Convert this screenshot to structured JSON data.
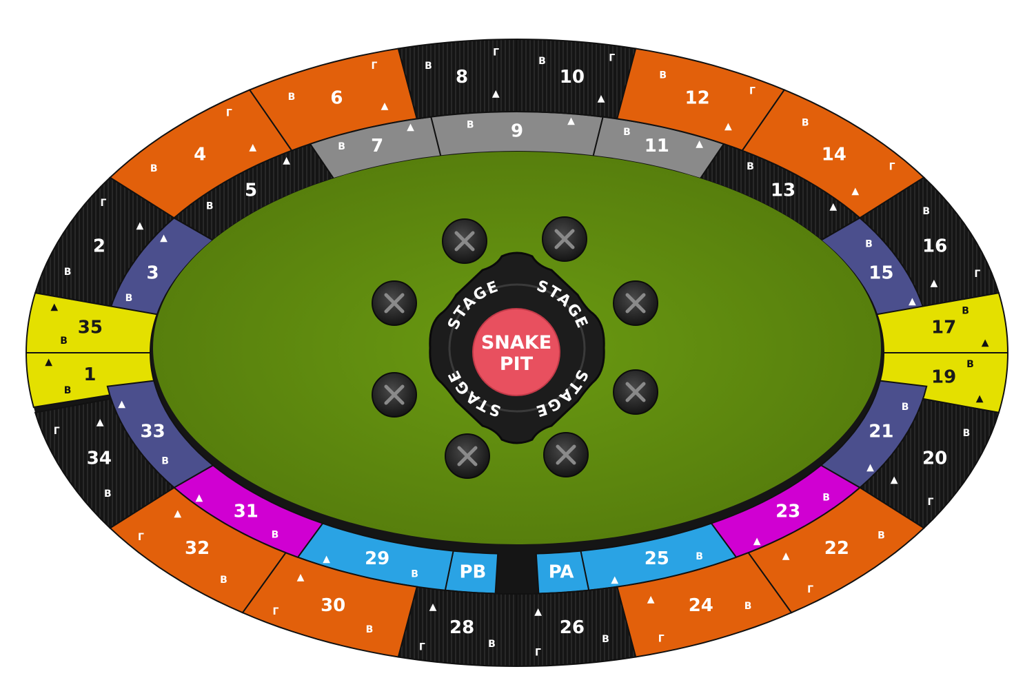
{
  "venue": {
    "stage": {
      "labels": [
        "STAGE",
        "STAGE",
        "STAGE",
        "STAGE"
      ]
    },
    "pit": {
      "line1": "SNAKE",
      "line2": "PIT"
    }
  },
  "colors": {
    "orange": "#e2600b",
    "black": "#151515",
    "grey": "#8a8a8a",
    "navy": "#4b4f8d",
    "yellow": "#e4e000",
    "magenta": "#d000d2",
    "cyan": "#2aa3e4",
    "field": "#5f8a10",
    "pit": "#e8505f"
  },
  "sections": [
    {
      "id": "1",
      "label": "1",
      "color": "yellow",
      "row_marks": [
        "В",
        "▲"
      ]
    },
    {
      "id": "2",
      "label": "2",
      "color": "black",
      "row_marks": [
        "В",
        "Г",
        "▲"
      ]
    },
    {
      "id": "3",
      "label": "3",
      "color": "navy",
      "row_marks": [
        "В",
        "▲"
      ]
    },
    {
      "id": "4",
      "label": "4",
      "color": "orange",
      "row_marks": [
        "В",
        "Г",
        "▲"
      ]
    },
    {
      "id": "5",
      "label": "5",
      "color": "black",
      "row_marks": [
        "В",
        "▲"
      ]
    },
    {
      "id": "6",
      "label": "6",
      "color": "orange",
      "row_marks": [
        "В",
        "Г",
        "▲"
      ]
    },
    {
      "id": "7",
      "label": "7",
      "color": "grey",
      "row_marks": [
        "В",
        "▲"
      ]
    },
    {
      "id": "8",
      "label": "8",
      "color": "black",
      "row_marks": [
        "В",
        "Г",
        "▲"
      ]
    },
    {
      "id": "9",
      "label": "9",
      "color": "grey",
      "row_marks": [
        "В",
        "▲"
      ]
    },
    {
      "id": "10",
      "label": "10",
      "color": "black",
      "row_marks": [
        "В",
        "Г",
        "▲"
      ]
    },
    {
      "id": "11",
      "label": "11",
      "color": "grey",
      "row_marks": [
        "В",
        "▲"
      ]
    },
    {
      "id": "12",
      "label": "12",
      "color": "orange",
      "row_marks": [
        "В",
        "Г",
        "▲"
      ]
    },
    {
      "id": "13",
      "label": "13",
      "color": "black",
      "row_marks": [
        "В",
        "▲"
      ]
    },
    {
      "id": "14",
      "label": "14",
      "color": "orange",
      "row_marks": [
        "В",
        "Г",
        "▲"
      ]
    },
    {
      "id": "15",
      "label": "15",
      "color": "navy",
      "row_marks": [
        "В",
        "▲"
      ]
    },
    {
      "id": "16",
      "label": "16",
      "color": "black",
      "row_marks": [
        "В",
        "Г",
        "▲"
      ]
    },
    {
      "id": "17",
      "label": "17",
      "color": "yellow",
      "row_marks": [
        "В",
        "▲"
      ]
    },
    {
      "id": "19",
      "label": "19",
      "color": "yellow",
      "row_marks": [
        "В",
        "▲"
      ]
    },
    {
      "id": "20",
      "label": "20",
      "color": "black",
      "row_marks": [
        "В",
        "Г",
        "▲"
      ]
    },
    {
      "id": "21",
      "label": "21",
      "color": "navy",
      "row_marks": [
        "В",
        "▲"
      ]
    },
    {
      "id": "22",
      "label": "22",
      "color": "orange",
      "row_marks": [
        "В",
        "Г",
        "▲"
      ]
    },
    {
      "id": "23",
      "label": "23",
      "color": "magenta",
      "row_marks": [
        "В",
        "▲"
      ]
    },
    {
      "id": "24",
      "label": "24",
      "color": "orange",
      "row_marks": [
        "В",
        "Г",
        "▲"
      ]
    },
    {
      "id": "25",
      "label": "25",
      "color": "cyan",
      "row_marks": [
        "В",
        "▲"
      ]
    },
    {
      "id": "PA",
      "label": "PA",
      "color": "cyan",
      "row_marks": []
    },
    {
      "id": "PB",
      "label": "PB",
      "color": "cyan",
      "row_marks": []
    },
    {
      "id": "26",
      "label": "26",
      "color": "black",
      "row_marks": [
        "В",
        "Г",
        "▲"
      ]
    },
    {
      "id": "28",
      "label": "28",
      "color": "black",
      "row_marks": [
        "В",
        "Г",
        "▲"
      ]
    },
    {
      "id": "29",
      "label": "29",
      "color": "cyan",
      "row_marks": [
        "В",
        "▲"
      ]
    },
    {
      "id": "30",
      "label": "30",
      "color": "orange",
      "row_marks": [
        "В",
        "Г",
        "▲"
      ]
    },
    {
      "id": "31",
      "label": "31",
      "color": "magenta",
      "row_marks": [
        "В",
        "▲"
      ]
    },
    {
      "id": "32",
      "label": "32",
      "color": "orange",
      "row_marks": [
        "В",
        "Г",
        "▲"
      ]
    },
    {
      "id": "33",
      "label": "33",
      "color": "navy",
      "row_marks": [
        "В",
        "▲"
      ]
    },
    {
      "id": "34",
      "label": "34",
      "color": "black",
      "row_marks": [
        "В",
        "Г",
        "▲"
      ]
    },
    {
      "id": "35",
      "label": "35",
      "color": "yellow",
      "row_marks": [
        "В",
        "▲"
      ]
    }
  ]
}
